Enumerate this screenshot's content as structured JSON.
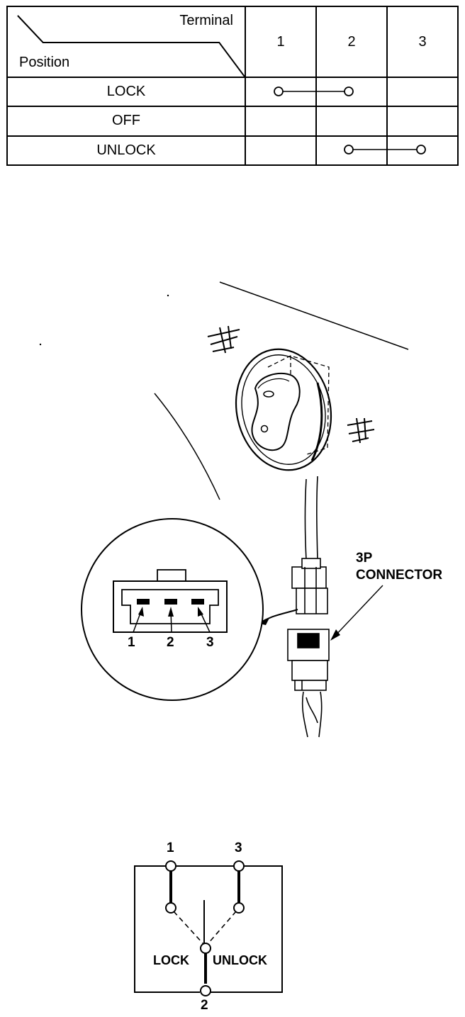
{
  "continuity_table": {
    "header": {
      "terminal_label": "Terminal",
      "position_label": "Position",
      "terminals": [
        "1",
        "2",
        "3"
      ]
    },
    "rows": [
      {
        "position": "LOCK",
        "connected_terminals": [
          "1",
          "2"
        ]
      },
      {
        "position": "OFF",
        "connected_terminals": []
      },
      {
        "position": "UNLOCK",
        "connected_terminals": [
          "2",
          "3"
        ]
      }
    ]
  },
  "illustration": {
    "connector_label_line1": "3P",
    "connector_label_line2": "CONNECTOR",
    "pin_labels": [
      "1",
      "2",
      "3"
    ]
  },
  "schematic": {
    "top_left_terminal": "1",
    "top_right_terminal": "3",
    "bottom_terminal": "2",
    "left_label": "LOCK",
    "right_label": "UNLOCK"
  }
}
